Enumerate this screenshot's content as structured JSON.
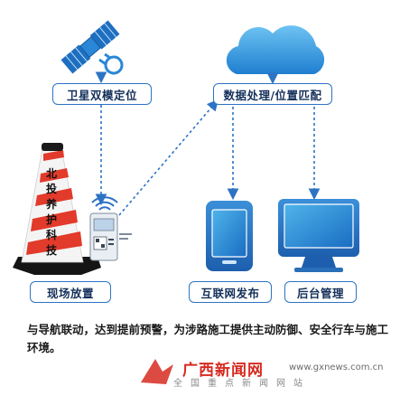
{
  "labels": {
    "satellite": "卫星双模定位",
    "processing": "数据处理/位置匹配",
    "site": "现场放置",
    "internet": "互联网发布",
    "backend": "后台管理"
  },
  "cone_text": "北投养护科技",
  "caption": "与导航联动，达到提前预警，为涉路施工提供主动防御、安全行车与施工环境。",
  "watermark": {
    "name": "广西新闻网",
    "url": "www.gxnews.com.cn",
    "sub": "全国重点新闻网站"
  },
  "icons": [
    "satellite-icon",
    "cloud-icon",
    "traffic-cone-icon",
    "gps-device-icon",
    "mobile-phone-icon",
    "monitor-icon"
  ],
  "colors": {
    "accent": "#2d73c4",
    "cone_red": "#e23a2b",
    "watermark": "#d62a20"
  }
}
